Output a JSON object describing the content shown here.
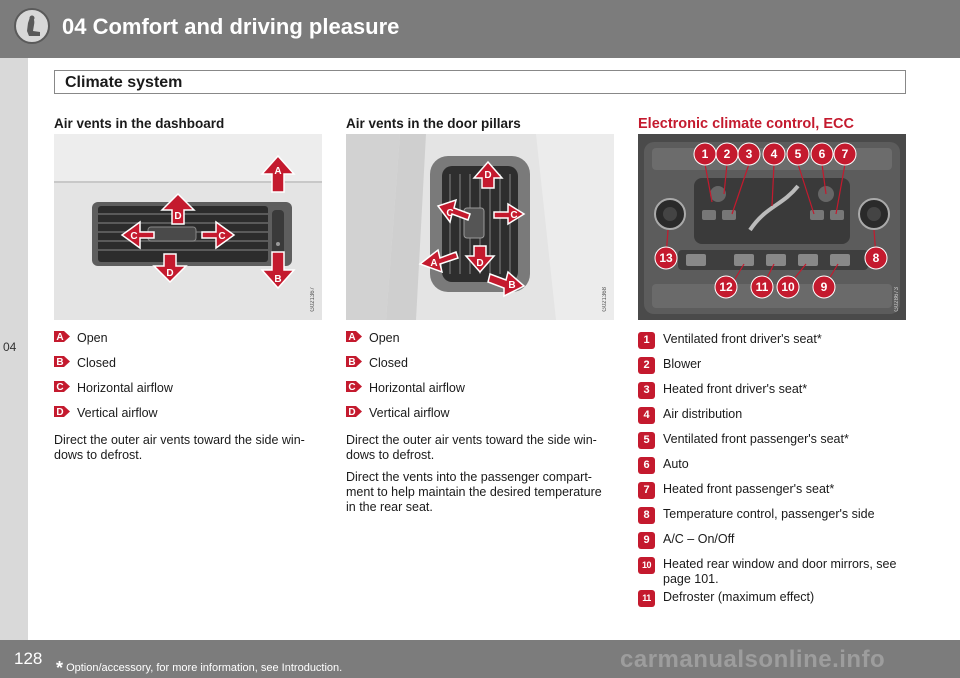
{
  "header": {
    "title": "04 Comfort and driving pleasure",
    "icon": "seat-icon"
  },
  "side_tab": {
    "label": "04"
  },
  "subheader": {
    "title": "Climate system"
  },
  "col1": {
    "title": "Air vents in the dashboard",
    "figure": {
      "code": "G021367",
      "labels": {
        "A": "A",
        "B": "B",
        "C_left": "C",
        "C_right": "C",
        "D_top": "D",
        "D_bottom": "D"
      }
    },
    "legend": [
      {
        "badge": "A",
        "text": "Open"
      },
      {
        "badge": "B",
        "text": "Closed"
      },
      {
        "badge": "C",
        "text": "Horizontal airflow"
      },
      {
        "badge": "D",
        "text": "Vertical airflow"
      }
    ],
    "paragraph": "Direct the outer air vents toward the side win-dows to defrost."
  },
  "col2": {
    "title": "Air vents in the door pillars",
    "figure": {
      "code": "G021368",
      "labels": {
        "A": "A",
        "B": "B",
        "C_left": "C",
        "C_right": "C",
        "D_top": "D",
        "D_bottom": "D"
      }
    },
    "legend": [
      {
        "badge": "A",
        "text": "Open"
      },
      {
        "badge": "B",
        "text": "Closed"
      },
      {
        "badge": "C",
        "text": "Horizontal airflow"
      },
      {
        "badge": "D",
        "text": "Vertical airflow"
      }
    ],
    "paragraph1": "Direct the outer air vents toward the side win-dows to defrost.",
    "paragraph2": "Direct the vents into the passenger compart-ment to help maintain the desired temperature in the rear seat."
  },
  "col3": {
    "title": "Electronic climate control, ECC",
    "figure": {
      "code": "G028673",
      "callouts": [
        "1",
        "2",
        "3",
        "4",
        "5",
        "6",
        "7",
        "8",
        "9",
        "10",
        "11",
        "12",
        "13"
      ]
    },
    "items": [
      {
        "num": "1",
        "text": "Ventilated front driver's seat*"
      },
      {
        "num": "2",
        "text": "Blower"
      },
      {
        "num": "3",
        "text": "Heated front driver's seat*"
      },
      {
        "num": "4",
        "text": "Air distribution"
      },
      {
        "num": "5",
        "text": "Ventilated front passenger's seat*"
      },
      {
        "num": "6",
        "text": "Auto"
      },
      {
        "num": "7",
        "text": "Heated front passenger's seat*"
      },
      {
        "num": "8",
        "text": "Temperature control, passenger's side"
      },
      {
        "num": "9",
        "text": "A/C – On/Off"
      },
      {
        "num": "10",
        "text": "Heated rear window and door mirrors, see page 101."
      },
      {
        "num": "11",
        "text": "Defroster (maximum effect)"
      }
    ]
  },
  "footer": {
    "page": "128",
    "star": "*",
    "note": "Option/accessory, for more information, see Introduction.",
    "watermark": "carmanualsonline.info"
  },
  "colors": {
    "accent": "#c41a2e",
    "header_bg": "#7c7c7c",
    "tab_bg": "#d9d9d9"
  }
}
